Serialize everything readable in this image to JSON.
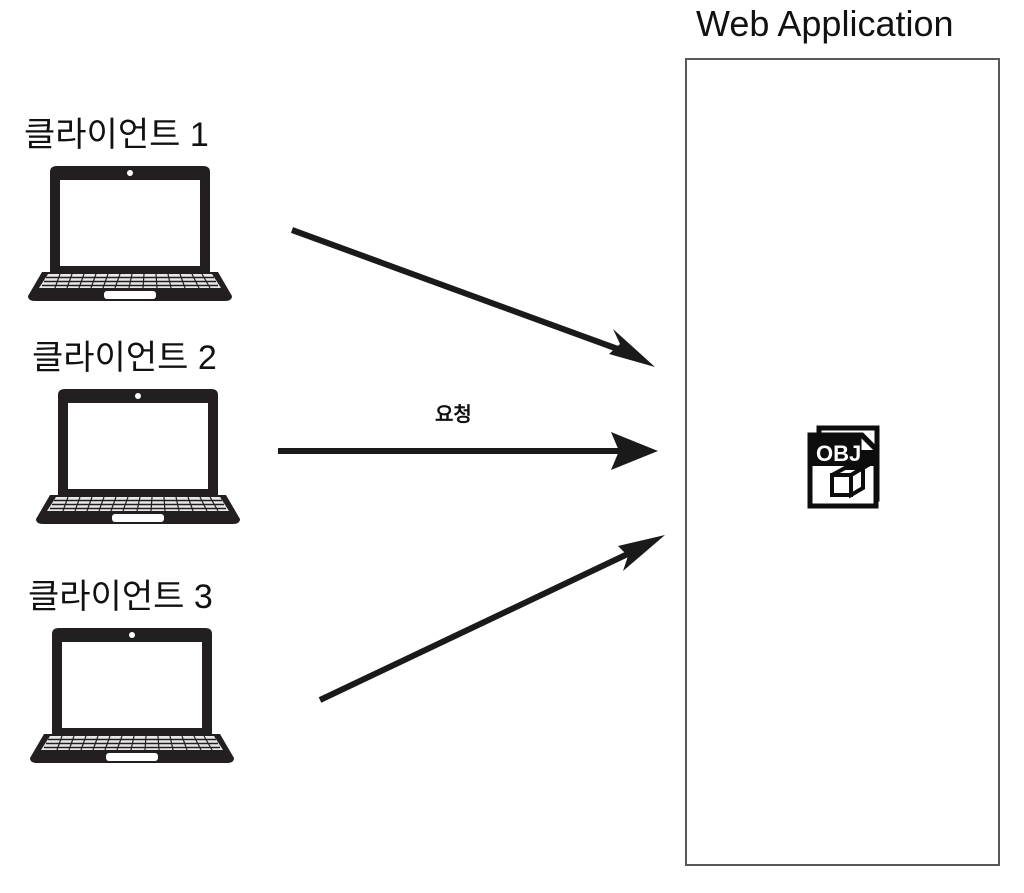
{
  "diagram": {
    "title": "Web Application",
    "background_color": "#ffffff",
    "stroke_color": "#1a1a1a",
    "box_border_color": "#595959"
  },
  "clients": [
    {
      "label": "클라이언트 1",
      "icon": "laptop-icon"
    },
    {
      "label": "클라이언트 2",
      "icon": "laptop-icon"
    },
    {
      "label": "클라이언트 3",
      "icon": "laptop-icon"
    }
  ],
  "arrows": [
    {
      "name": "arrow-client-1-to-webapp",
      "label": "",
      "direction": "down-right"
    },
    {
      "name": "arrow-client-2-to-webapp",
      "label": "요청",
      "direction": "right"
    },
    {
      "name": "arrow-client-3-to-webapp",
      "label": "",
      "direction": "up-right"
    }
  ],
  "request_label": "요청",
  "webapp": {
    "title": "Web Application",
    "resource": {
      "icon": "obj-file-icon",
      "header_text": "OBJ"
    }
  }
}
